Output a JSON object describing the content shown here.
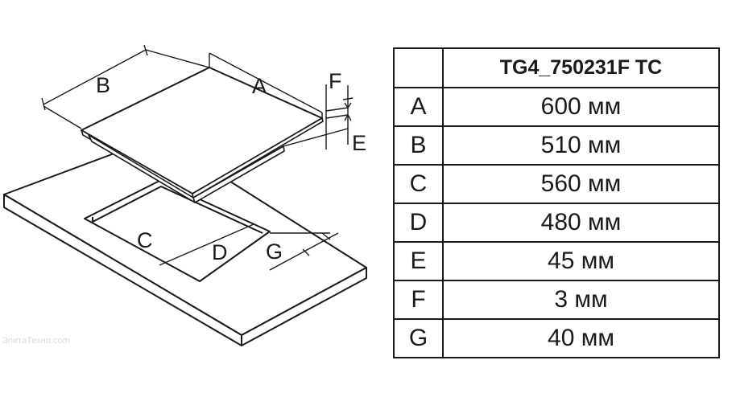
{
  "diagram": {
    "labels": {
      "a": "A",
      "b": "B",
      "c": "C",
      "d": "D",
      "e": "E",
      "f": "F",
      "g": "G"
    },
    "watermark": "ЭлитаТехно.com"
  },
  "table": {
    "header": "TG4_750231F TC",
    "rows": [
      {
        "letter": "A",
        "value": "600 мм"
      },
      {
        "letter": "B",
        "value": "510 мм"
      },
      {
        "letter": "C",
        "value": "560 мм"
      },
      {
        "letter": "D",
        "value": "480 мм"
      },
      {
        "letter": "E",
        "value": "45 мм"
      },
      {
        "letter": "F",
        "value": "3 мм"
      },
      {
        "letter": "G",
        "value": "40 мм"
      }
    ]
  }
}
